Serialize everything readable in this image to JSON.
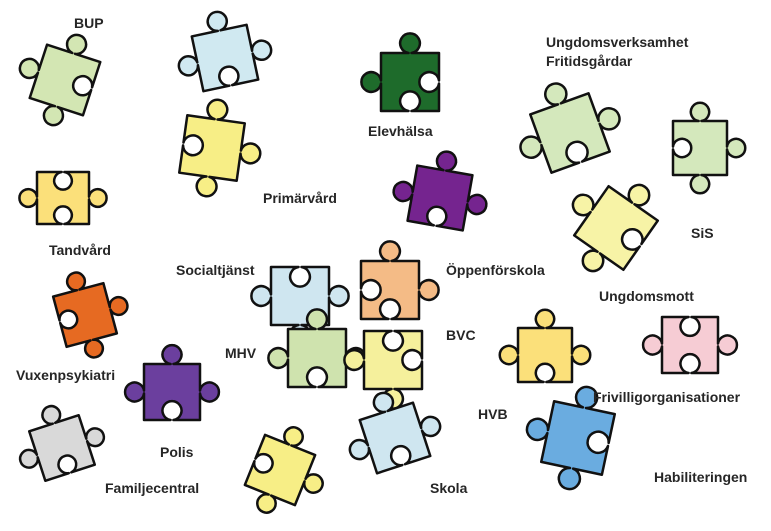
{
  "labels": {
    "bup": "BUP",
    "ungdomsverksamhet": "Ungdomsverksamhet",
    "fritidsgardar": "Fritidsgårdar",
    "elevhalsa": "Elevhälsa",
    "primarvard": "Primärvård",
    "tandvard": "Tandvård",
    "sis": "SiS",
    "socialtjanst": "Socialtjänst",
    "oppenforskola": "Öppenförskola",
    "ungdomsmott": "Ungdomsmott",
    "mhv": "MHV",
    "bvc": "BVC",
    "vuxenpsykiatri": "Vuxenpsykiatri",
    "frivilligorganisationer": "Frivilligorganisationer",
    "hvb": "HVB",
    "polis": "Polis",
    "skola": "Skola",
    "habiliteringen": "Habiliteringen",
    "familjecentral": "Familjecentral"
  },
  "piece_colors": {
    "bup": "#d3e6b3",
    "top-blue": "#d0e9f1",
    "elevhalsa": "#1e6b2b",
    "primarvard": "#f7ee86",
    "tandvard": "#fbe07a",
    "ungdomsverksamhet": "#d4e8bc",
    "sis": "#d4e8bc",
    "purple-mid": "#75248f",
    "ungdomsmott": "#f7f3a6",
    "vuxenpsykiatri": "#e66a22",
    "socialtjanst": "#cfe6f0",
    "oppenforskola": "#f4bb86",
    "mhv": "#cfe3ae",
    "bvc": "#f5f09c",
    "bvc-right": "#fbe07a",
    "frivilligorganisationer": "#f6ccd4",
    "polis": "#6b3f9e",
    "skola": "#cfe6f0",
    "hvb": "#6aace0",
    "familjecentral": "#d9d9d9",
    "bottom-yellow": "#f7ee86",
    "outline": "#111111"
  }
}
